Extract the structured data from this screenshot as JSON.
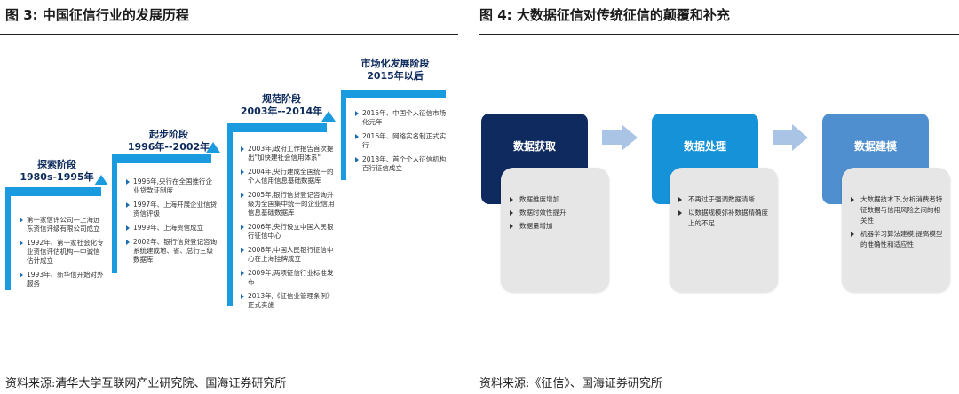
{
  "fig3": {
    "title": "图 3:  中国征信行业的发展历程",
    "source": "资料来源:清华大学互联网产业研究院、国海证券研究所",
    "stages": [
      {
        "title": [
          "探索阶段",
          "1980s-1995年"
        ],
        "items": [
          "第一家信评公司—上海远东资信评级有限公司成立",
          "1992年、第一家社会化专业资信评估机构—中诚信估计成立",
          "1993年、新华信开始对外服务"
        ]
      },
      {
        "title": [
          "起步阶段",
          "1996年--2002年"
        ],
        "items": [
          "1996年,央行在全国推行企业贷款证制度",
          "1997年、上海开展企业信贷资信评级",
          "1999年、上海资信成立",
          "2002年、银行信贷登记咨询系统建成地、省、总行三级数据库"
        ]
      },
      {
        "title": [
          "规范阶段",
          "2003年--2014年"
        ],
        "items": [
          "2003年,政府工作报告首次提出\"加快建社会信用体系\"",
          "2004年,央行建成全国统一的个人信用信息基础数据库",
          "2005年,银行信贷登记咨询升级为全国集中统一的企业信用信息基础数据库",
          "2006年,央行设立中国人民银行征信中心",
          "2008年,中国人民银行征信中心在上海挂牌成立",
          "2009年,两项征信行业标准发布",
          "2013年,《征信业管理条例》正式实施"
        ]
      },
      {
        "title": [
          "市场化发展阶段",
          "2015年以后"
        ],
        "items": [
          "2015年、中国个人征信市场化元年",
          "2016年、网络实名制正式实行",
          "2018年、首个个人征信机构百行征信成立"
        ]
      }
    ]
  },
  "fig4": {
    "title": "图 4:  大数据征信对传统征信的颠覆和补充",
    "source": "资料来源:《征信》、国海证券研究所",
    "steps": [
      {
        "label": "数据获取",
        "color": "#0e2a5e",
        "items": [
          "数据维度增加",
          "数据时效性提升",
          "数据量增加"
        ]
      },
      {
        "label": "数据处理",
        "color": "#1693d8",
        "items": [
          "不再过于强调数据清晰",
          "以数据规模弥补数据精确度上的不足"
        ]
      },
      {
        "label": "数据建模",
        "color": "#4f8fd0",
        "items": [
          "大数据技术下,分析消费者特征数据与信用风险之间的相关性",
          "机器学习算法建模,提高模型的准确性和适应性"
        ]
      }
    ],
    "arrow_color": "#a9c4e4"
  }
}
